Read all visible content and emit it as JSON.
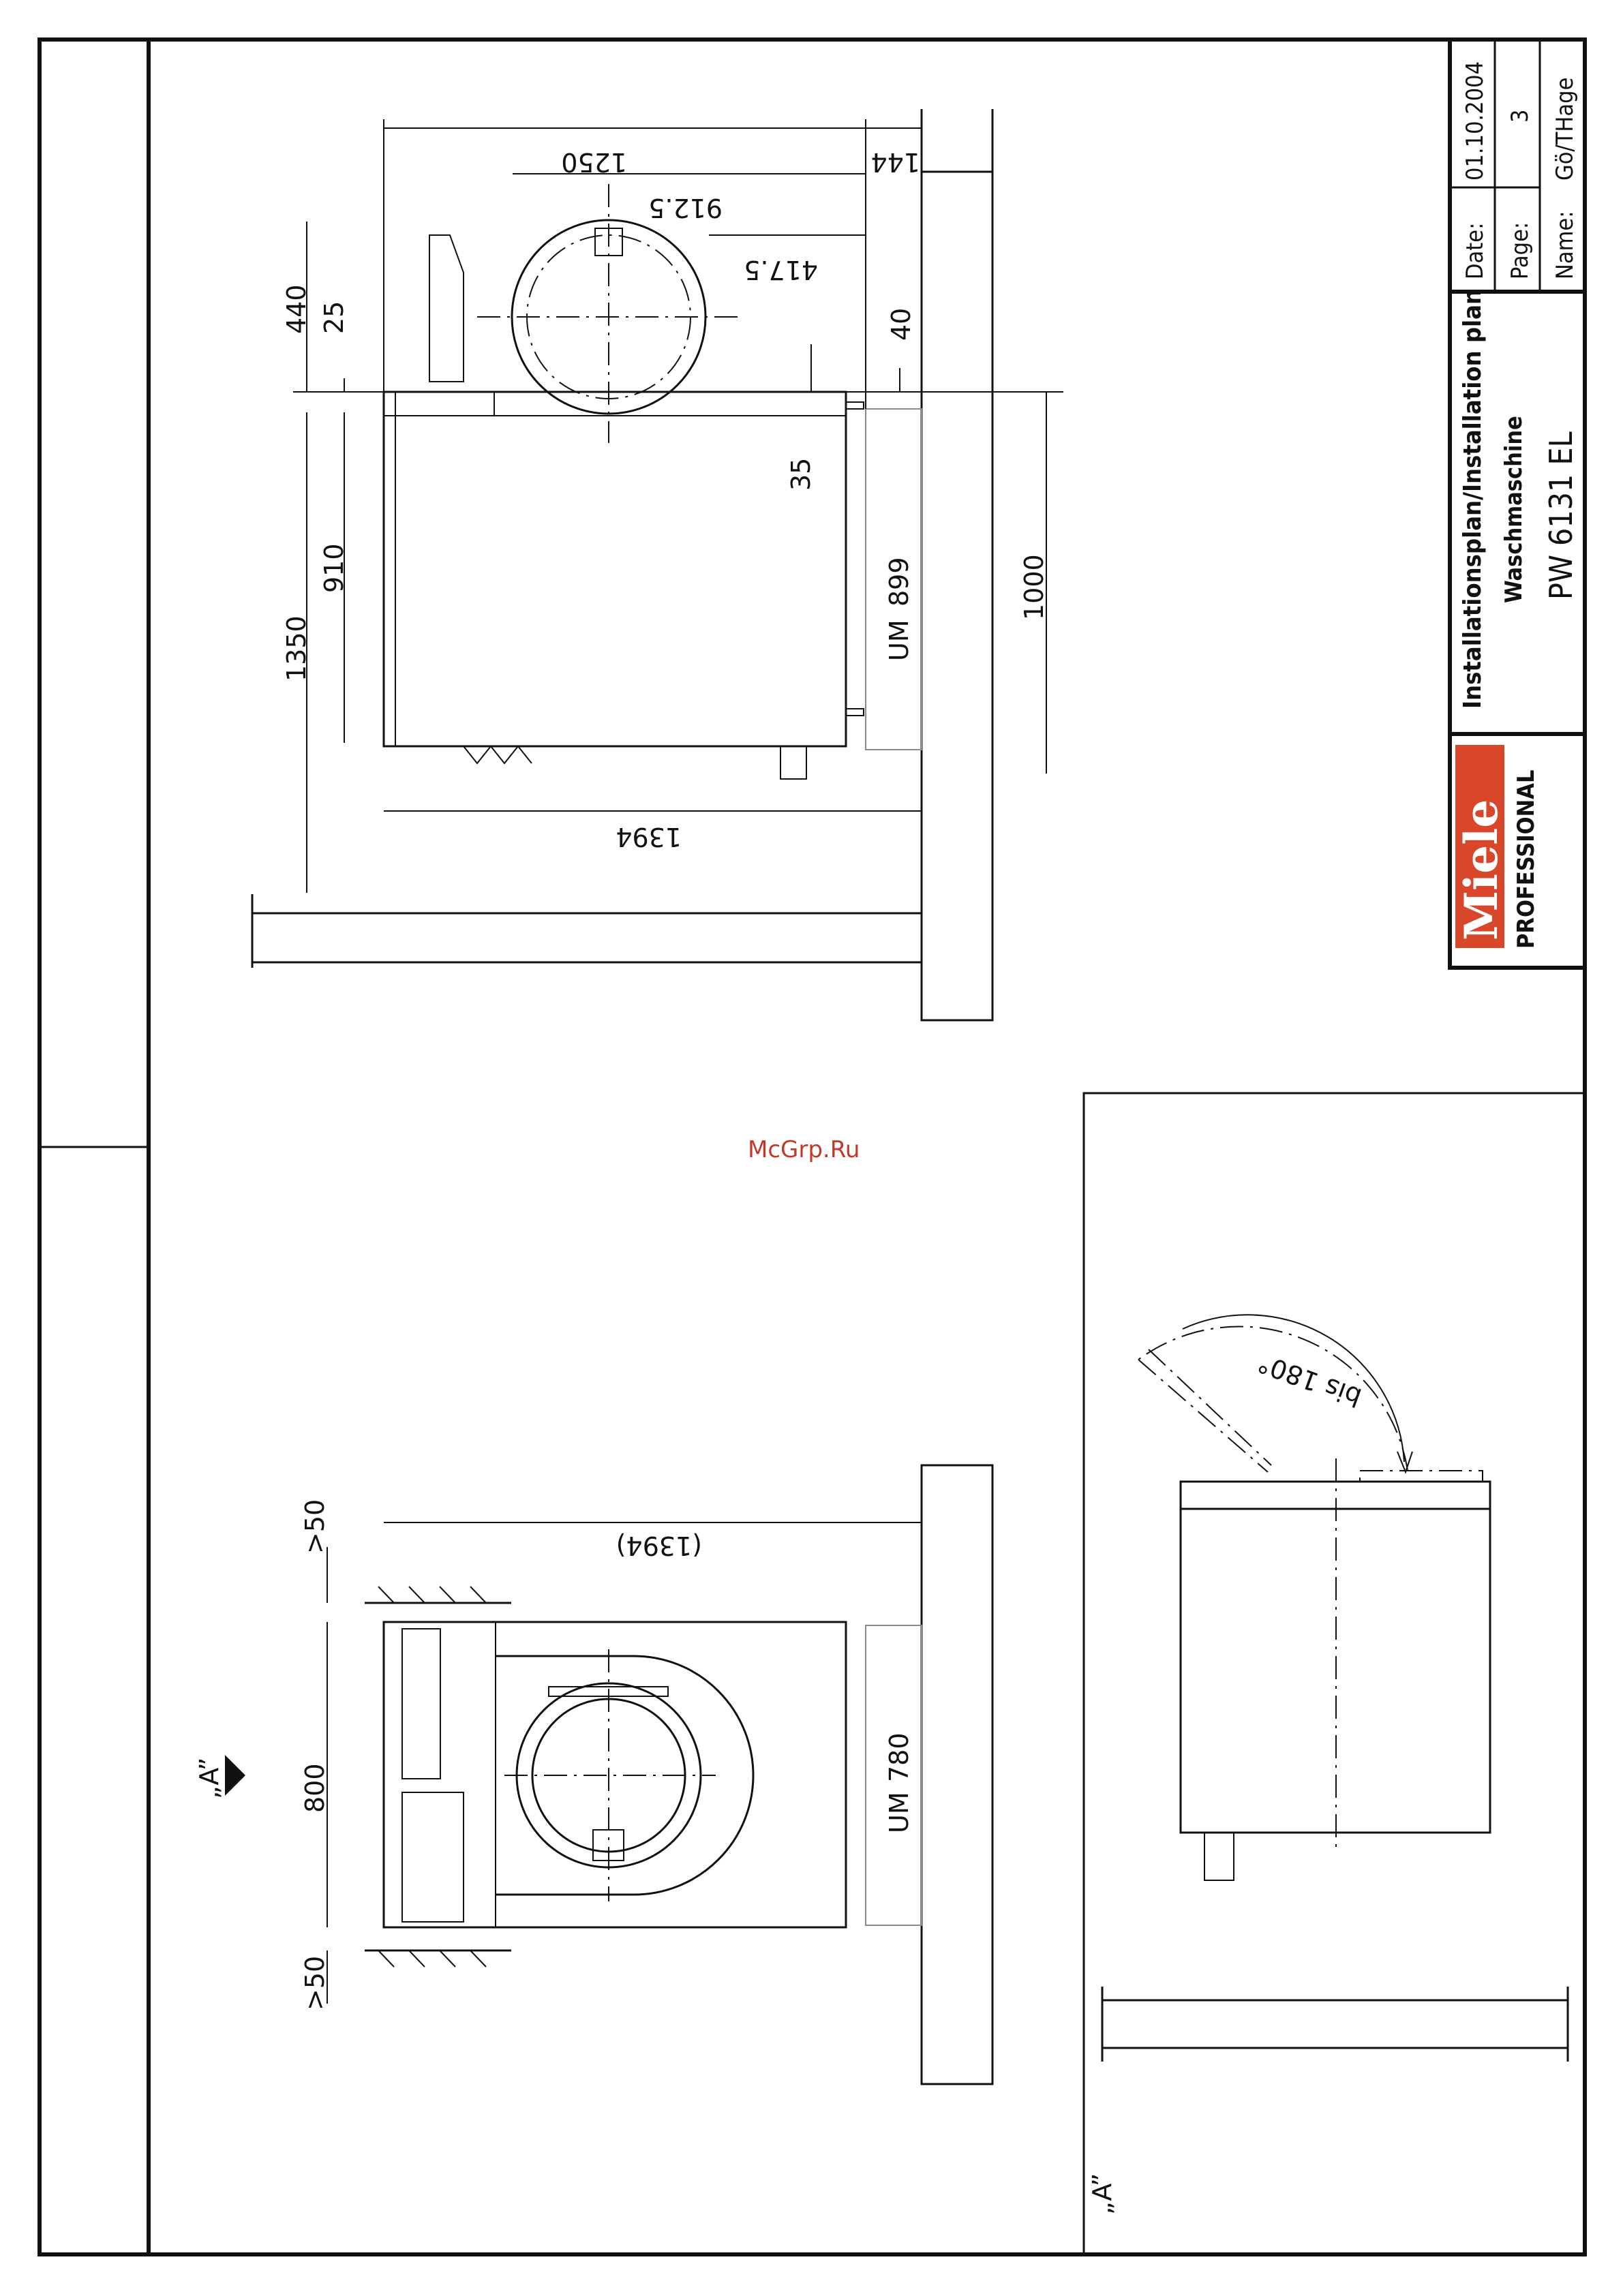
{
  "title_block": {
    "date_label": "Date:",
    "date_value": "01.10.2004",
    "page_label": "Page:",
    "page_value": "3",
    "name_label": "Name:",
    "name_value": "Gö/THage",
    "plan_title": "Installationsplan/Installation plan",
    "machine_type": "Waschmaschine",
    "model": "PW 6131 EL",
    "brand": "Miele",
    "brand_sub": "PROFESSIONAL"
  },
  "top_view": {
    "dims": {
      "d1250": "1250",
      "d912": "912.5",
      "d417": "417.5",
      "d144": "144",
      "d440": "440",
      "d25": "25",
      "d40": "40",
      "d35": "35",
      "d910": "910",
      "d1350": "1350",
      "d1000": "1000",
      "d1394": "1394",
      "um": "UM",
      "um_val": "899"
    }
  },
  "front_view": {
    "view_marker": "„A”",
    "dims": {
      "d50_top": ">50",
      "d50_bottom": ">50",
      "d800": "800",
      "d1394": "(1394)",
      "um": "UM",
      "um_val": "780"
    }
  },
  "side_view": {
    "view_marker": "„A”",
    "door_label": "bis 180°"
  },
  "watermark": "McGrp.Ru",
  "colors": {
    "brand_red": "#d9472b",
    "line": "#111111"
  }
}
